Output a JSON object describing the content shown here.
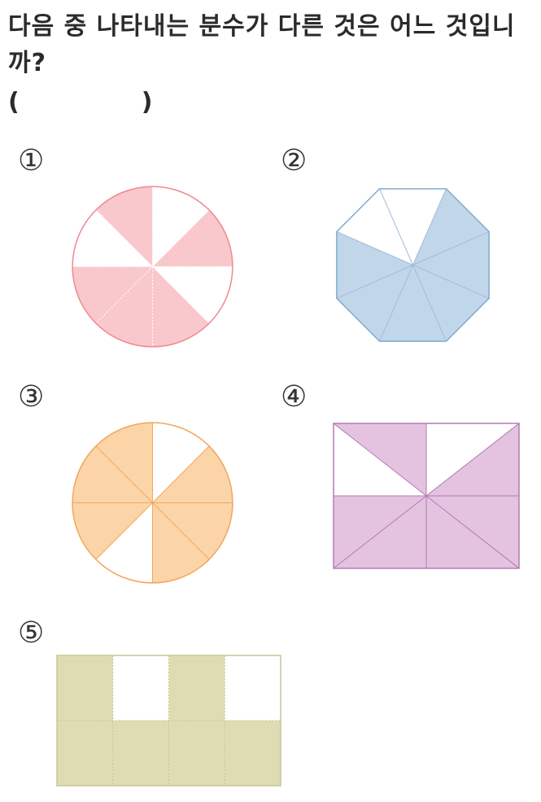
{
  "question": {
    "text": "다음 중 나타내는 분수가 다른 것은 어느 것입니까?",
    "answer_open": "(",
    "answer_close": ")"
  },
  "choices": [
    {
      "label": "①",
      "shape": "circle",
      "parts": 8,
      "shaded": 5,
      "fill": "#f9c8cc",
      "stroke": "#f08a93",
      "grid": "#ffffff"
    },
    {
      "label": "②",
      "shape": "octagon",
      "parts": 8,
      "shaded": 6,
      "fill": "#c2d6ea",
      "stroke": "#7fa9cf",
      "grid": "#9dbcd9"
    },
    {
      "label": "③",
      "shape": "circle",
      "parts": 8,
      "shaded": 6,
      "fill": "#fbd5a8",
      "stroke": "#f3a75e",
      "grid": "#f3a75e"
    },
    {
      "label": "④",
      "shape": "rectangle",
      "parts": 8,
      "shaded": 6,
      "fill": "#e3c3e0",
      "stroke": "#b77ab2",
      "grid": "#b77ab2"
    },
    {
      "label": "⑤",
      "shape": "grid",
      "parts": 8,
      "shaded": 6,
      "fill": "#dfdcb3",
      "stroke": "#c9c593",
      "grid": "#c9c593"
    }
  ]
}
